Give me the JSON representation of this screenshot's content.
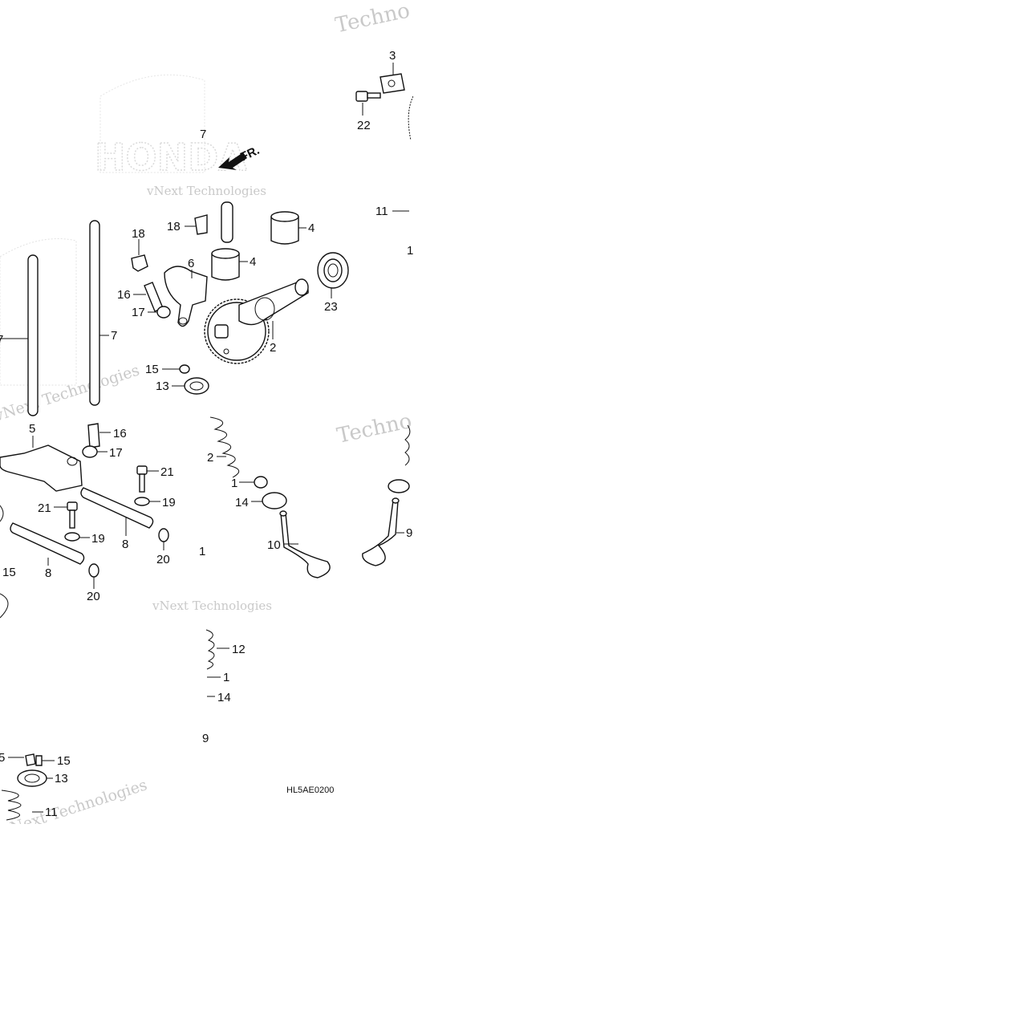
{
  "diagram_code": "HL5AE0200",
  "direction_label": "FR.",
  "watermarks": [
    "vNext Technologies",
    "vNext Technologies",
    "vNext Technologies",
    "vNext Technologies",
    "Techno",
    "Techno"
  ],
  "brand_watermark": "HONDA",
  "callouts": [
    {
      "id": "c-3a",
      "text": "3"
    },
    {
      "id": "c-22",
      "text": "22"
    },
    {
      "id": "c-7top",
      "text": "7"
    },
    {
      "id": "c-11r",
      "text": "11"
    },
    {
      "id": "c-1r",
      "text": "1"
    },
    {
      "id": "c-18",
      "text": "18"
    },
    {
      "id": "c-18b",
      "text": "18"
    },
    {
      "id": "c-4a",
      "text": "4"
    },
    {
      "id": "c-4b",
      "text": "4"
    },
    {
      "id": "c-6",
      "text": "6"
    },
    {
      "id": "c-16a",
      "text": "16"
    },
    {
      "id": "c-17a",
      "text": "17"
    },
    {
      "id": "c-23",
      "text": "23"
    },
    {
      "id": "c-7a",
      "text": "7"
    },
    {
      "id": "c-7b",
      "text": "7"
    },
    {
      "id": "c-2a",
      "text": "2"
    },
    {
      "id": "c-15a",
      "text": "15"
    },
    {
      "id": "c-13a",
      "text": "13"
    },
    {
      "id": "c-5",
      "text": "5"
    },
    {
      "id": "c-16b",
      "text": "16"
    },
    {
      "id": "c-17b",
      "text": "17"
    },
    {
      "id": "c-21a",
      "text": "21"
    },
    {
      "id": "c-2b",
      "text": "2"
    },
    {
      "id": "c-1a",
      "text": "1"
    },
    {
      "id": "c-19a",
      "text": "19"
    },
    {
      "id": "c-21b",
      "text": "21"
    },
    {
      "id": "c-14a",
      "text": "14"
    },
    {
      "id": "c-19b",
      "text": "19"
    },
    {
      "id": "c-9",
      "text": "9"
    },
    {
      "id": "c-8a",
      "text": "8"
    },
    {
      "id": "c-20a",
      "text": "20"
    },
    {
      "id": "c-10",
      "text": "10"
    },
    {
      "id": "c-1b",
      "text": "1"
    },
    {
      "id": "c-15b",
      "text": "15"
    },
    {
      "id": "c-8b",
      "text": "8"
    },
    {
      "id": "c-20b",
      "text": "20"
    },
    {
      "id": "c-12",
      "text": "12"
    },
    {
      "id": "c-1c",
      "text": "1"
    },
    {
      "id": "c-14b",
      "text": "14"
    },
    {
      "id": "c-5b",
      "text": "5"
    },
    {
      "id": "c-15c",
      "text": "15"
    },
    {
      "id": "c-13b",
      "text": "13"
    },
    {
      "id": "c-11b",
      "text": "11"
    }
  ]
}
